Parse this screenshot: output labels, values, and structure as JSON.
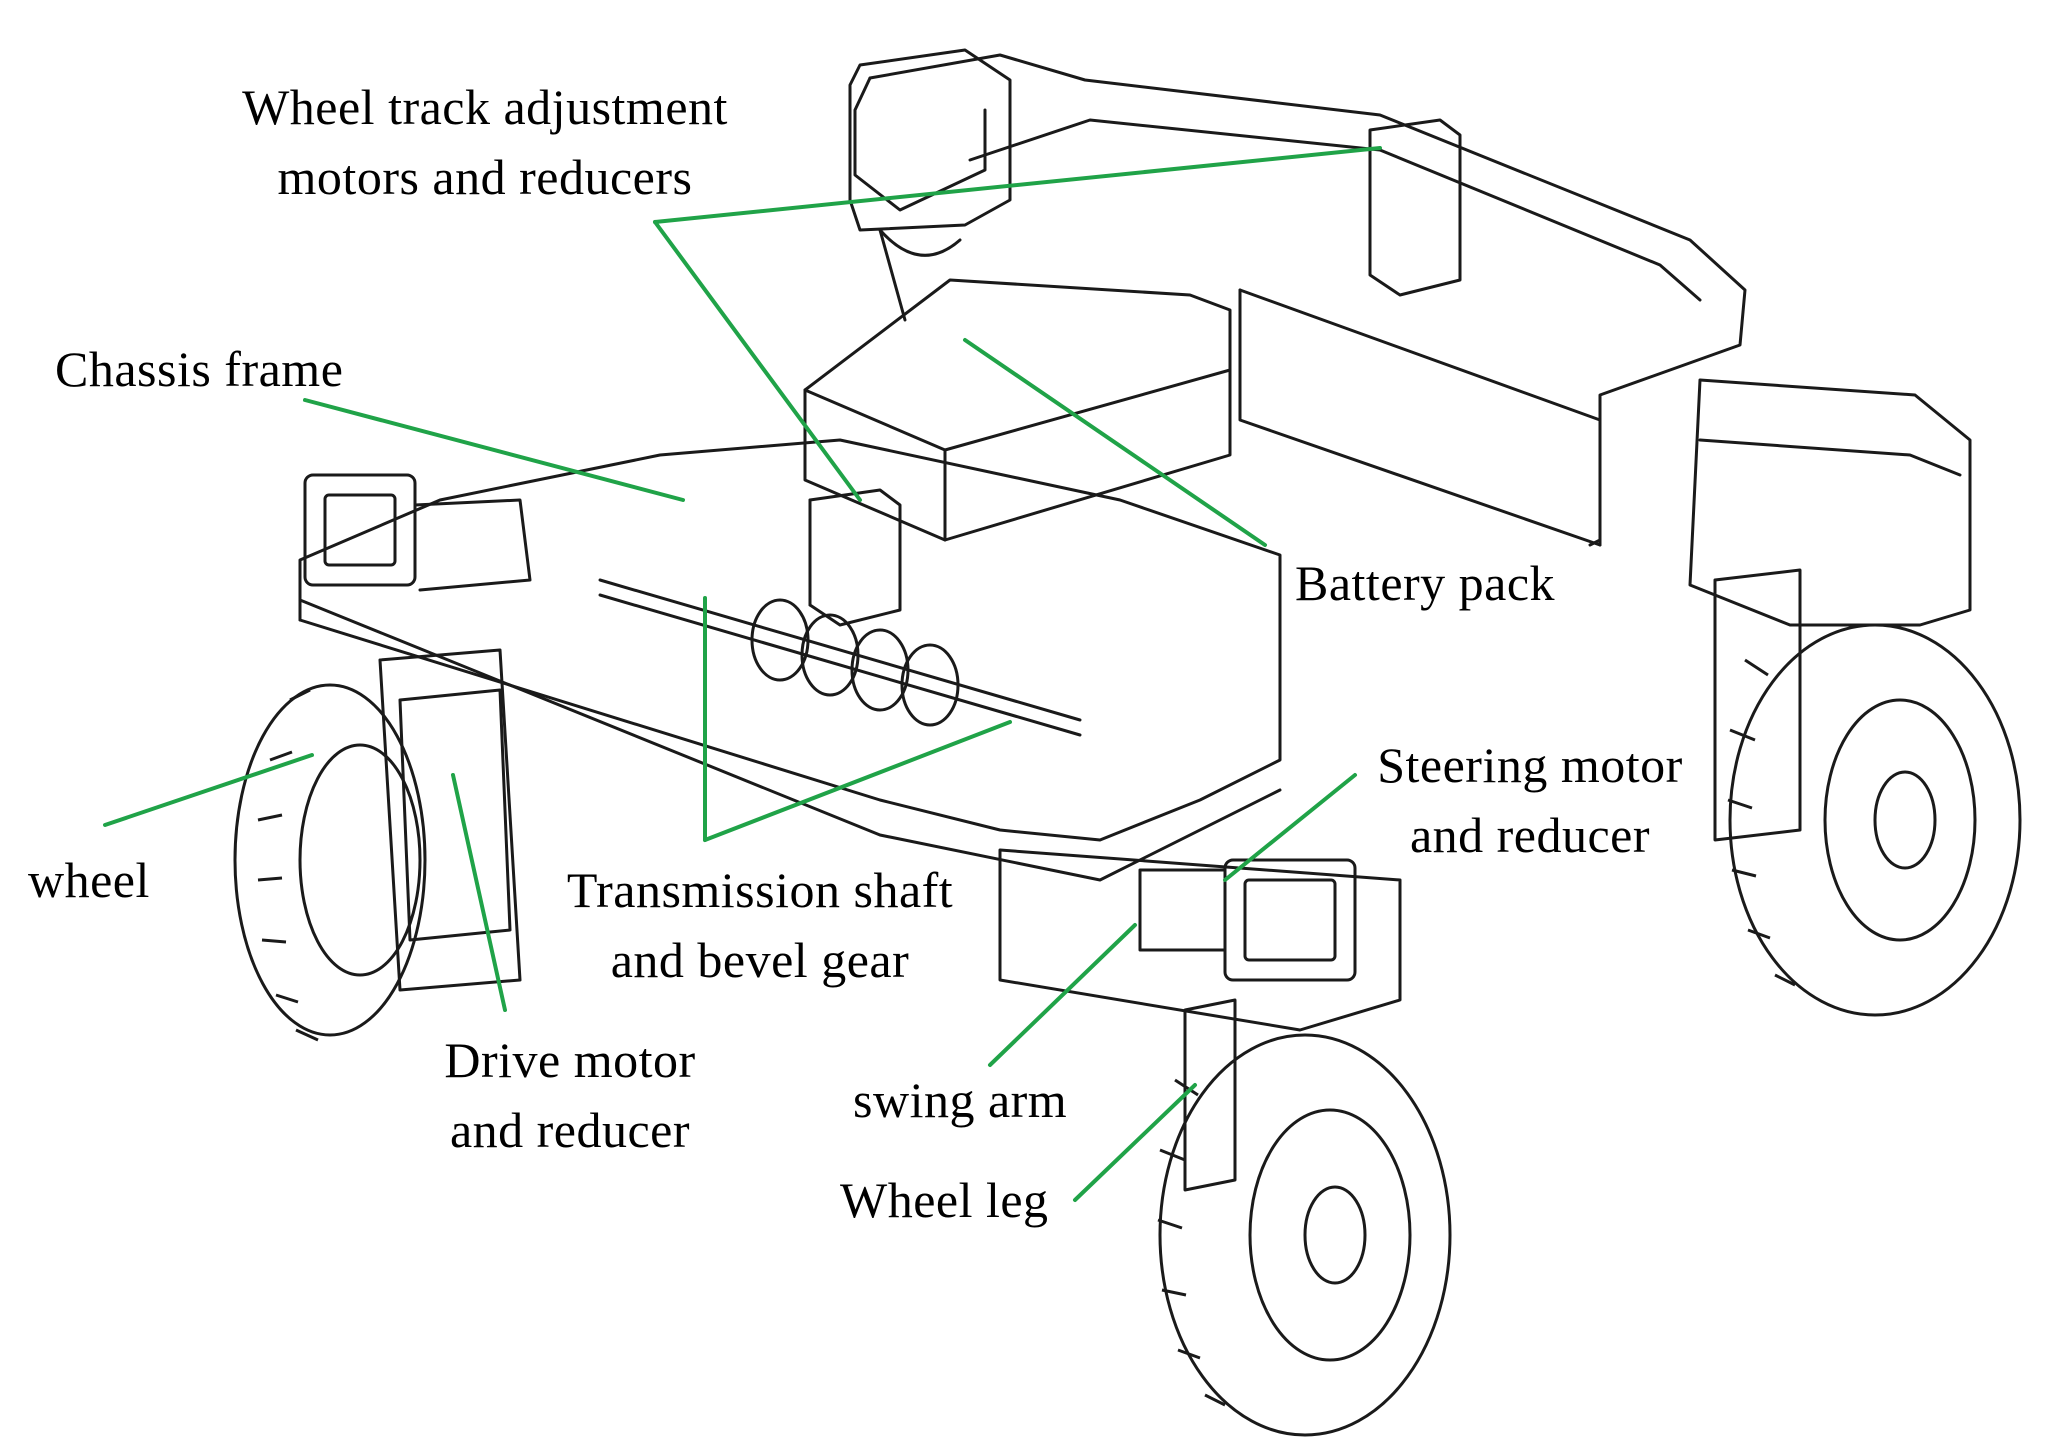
{
  "colors": {
    "leader_line": "#20a348",
    "drawing_stroke": "#1a1a1a",
    "background": "#ffffff"
  },
  "labels": {
    "wheel_track": {
      "line1": "Wheel track adjustment",
      "line2": "motors and reducers"
    },
    "chassis_frame": {
      "line1": "Chassis frame"
    },
    "battery_pack": {
      "line1": "Battery pack"
    },
    "wheel": {
      "line1": "wheel"
    },
    "transmission": {
      "line1": "Transmission shaft",
      "line2": "and bevel gear"
    },
    "steering": {
      "line1": "Steering motor",
      "line2": "and reducer"
    },
    "drive_motor": {
      "line1": "Drive motor",
      "line2": "and reducer"
    },
    "swing_arm": {
      "line1": "swing arm"
    },
    "wheel_leg": {
      "line1": "Wheel leg"
    }
  }
}
